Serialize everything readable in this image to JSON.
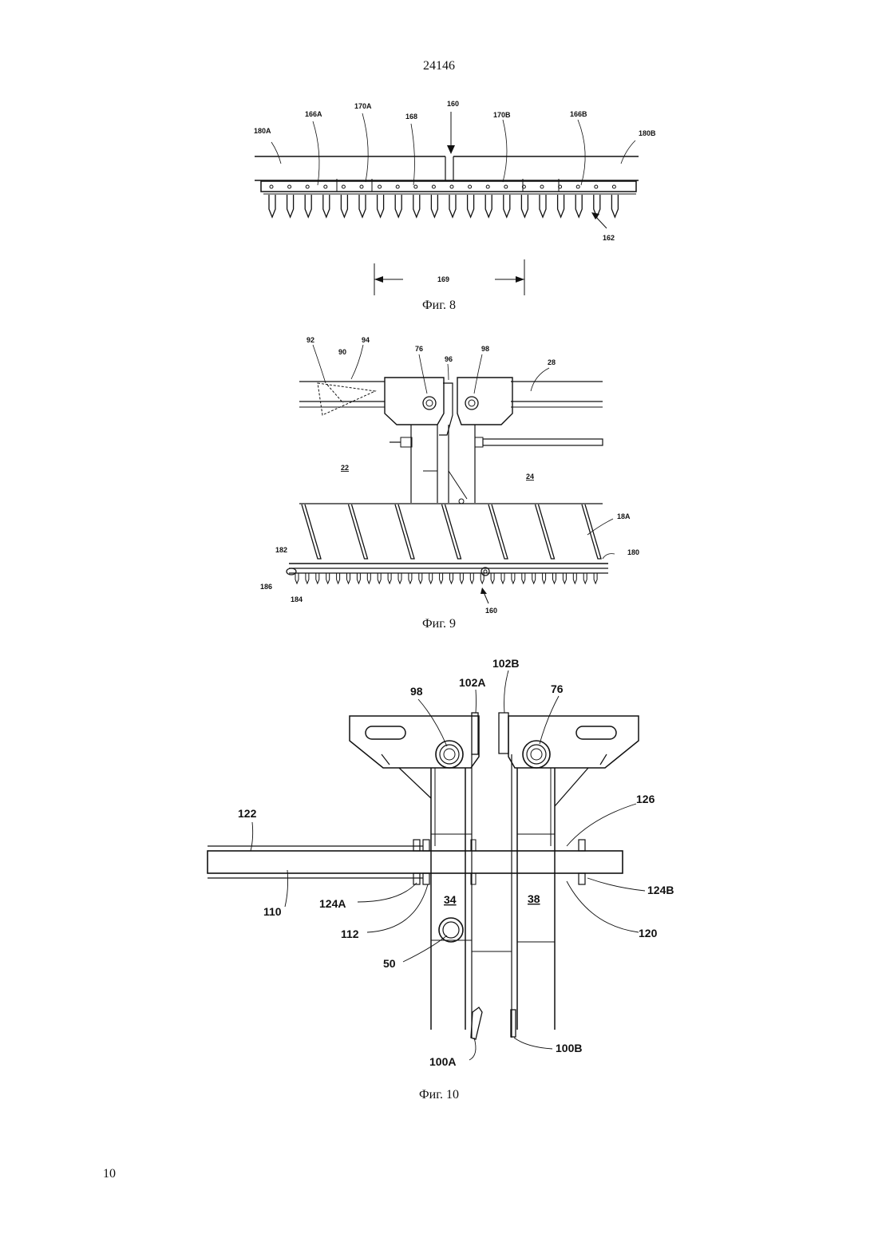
{
  "header": {
    "page_code": "24146"
  },
  "footer": {
    "page_number": "10"
  },
  "figures": [
    {
      "caption": "Фиг. 8",
      "labels": {
        "l180A": "180A",
        "l166A": "166A",
        "l170A": "170A",
        "l160": "160",
        "l168": "168",
        "l170B": "170B",
        "l166B": "166B",
        "l180B": "180B",
        "l162": "162",
        "l169": "169"
      }
    },
    {
      "caption": "Фиг. 9",
      "labels": {
        "l92": "92",
        "l90": "90",
        "l94": "94",
        "l76": "76",
        "l96": "96",
        "l98": "98",
        "l28": "28",
        "l22": "22",
        "l24": "24",
        "l18A": "18A",
        "l182": "182",
        "l180": "180",
        "l186": "186",
        "l184": "184",
        "l160": "160"
      }
    },
    {
      "caption": "Фиг. 10",
      "labels": {
        "l102B": "102B",
        "l98": "98",
        "l102A": "102A",
        "l76": "76",
        "l126": "126",
        "l122": "122",
        "l124B": "124B",
        "l124A": "124A",
        "l34": "34",
        "l38": "38",
        "l110": "110",
        "l112": "112",
        "l120": "120",
        "l50": "50",
        "l100B": "100B",
        "l100A": "100A"
      }
    }
  ]
}
